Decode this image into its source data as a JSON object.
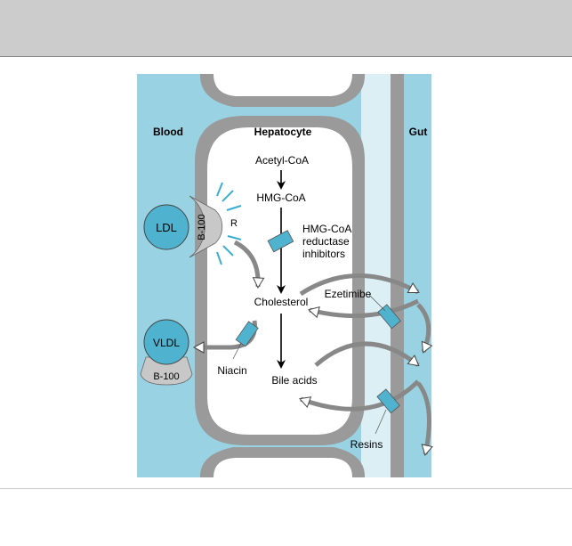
{
  "diagram": {
    "labels": {
      "blood": "Blood",
      "hepatocyte": "Hepatocyte",
      "gut": "Gut",
      "acetyl_coa": "Acetyl-CoA",
      "hmg_coa": "HMG-CoA",
      "inhibitor_line1": "HMG-CoA",
      "inhibitor_line2": "reductase",
      "inhibitor_line3": "inhibitors",
      "cholesterol": "Cholesterol",
      "bile_acids": "Bile acids",
      "ezetimibe": "Ezetimibe",
      "resins": "Resins",
      "niacin": "Niacin",
      "ldl": "LDL",
      "vldl": "VLDL",
      "b100_ldl": "B-100",
      "b100_vldl": "B-100",
      "receptor": "R"
    },
    "colors": {
      "blood": "#99d3e3",
      "gut_light": "#dbeff5",
      "membrane": "#9a9a9a",
      "lipoprotein": "#4fb3cf",
      "drug_block": "#4fb3cf",
      "apo": "#c8c8c8",
      "top_bar": "#cccccc"
    }
  }
}
